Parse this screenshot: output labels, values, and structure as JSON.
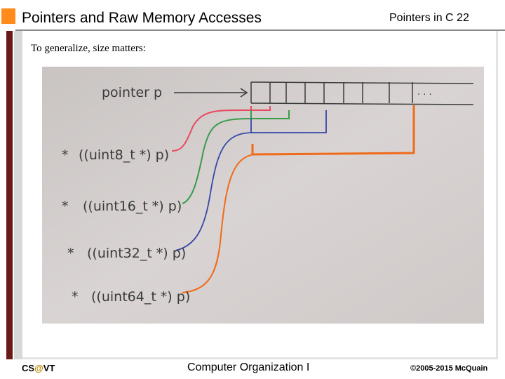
{
  "header": {
    "title": "Pointers and Raw Memory Accesses",
    "section": "Pointers in C  22"
  },
  "body": {
    "intro": "To generalize, size matters:"
  },
  "whiteboard": {
    "pointer_label": "pointer  p",
    "ellipsis": ". . .",
    "rows": [
      {
        "star": "*",
        "cast": "((uint8_t *) p)",
        "color": "#e84a5f"
      },
      {
        "star": "*",
        "cast": "((uint16_t *) p)",
        "color": "#3a9b4a"
      },
      {
        "star": "*",
        "cast": "((uint32_t *) p)",
        "color": "#3546a8"
      },
      {
        "star": "*",
        "cast": "((uint64_t *) p)",
        "color": "#f06a1a"
      }
    ]
  },
  "footer": {
    "left_prefix": "CS",
    "left_at": "@",
    "left_suffix": "VT",
    "center": "Computer Organization I",
    "right": "©2005-2015 McQuain"
  },
  "colors": {
    "accent_square": "#ff8c1a",
    "side_bar": "#6b1a1a"
  }
}
